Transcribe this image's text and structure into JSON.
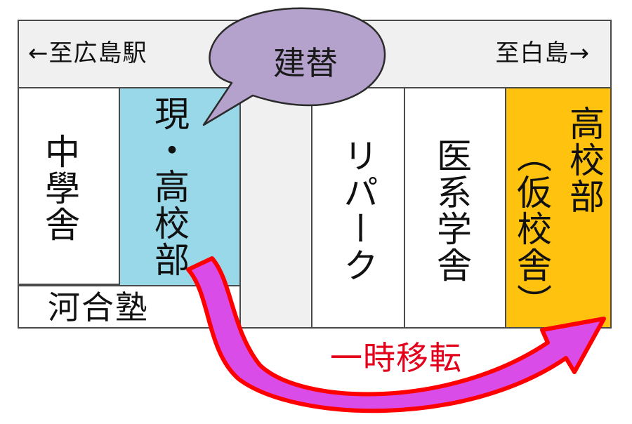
{
  "road": {
    "left_direction": "←至広島駅",
    "right_direction": "至白島→"
  },
  "buildings": {
    "middle_school": "中學舎",
    "current_high_school": "現・高校部",
    "ripark": "リパーク",
    "medical_school": "医系学舎",
    "temporary_high_school_main": "高校部",
    "temporary_high_school_note": "（仮校舎）",
    "kawaijuku": "河合塾"
  },
  "callout": {
    "label": "建替"
  },
  "relocation": {
    "label": "一時移転"
  },
  "colors": {
    "current_building": "#99d8e8",
    "temporary_building": "#ffc20e",
    "bubble_fill": "#b4a2cc",
    "arrow_fill": "#d94ce8",
    "arrow_stroke": "#ff0000",
    "relocation_text": "#e3001b"
  }
}
